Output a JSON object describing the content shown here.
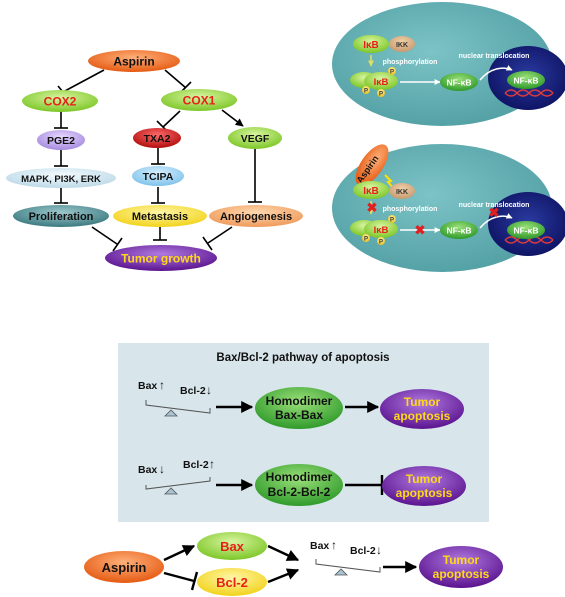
{
  "pathway": {
    "aspirin": "Aspirin",
    "cox2": "COX2",
    "cox1": "COX1",
    "pge2": "PGE2",
    "txa2": "TXA2",
    "vegf": "VEGF",
    "mapk": "MAPK, PI3K, ERK",
    "tcipa": "TCIPA",
    "proliferation": "Proliferation",
    "metastasis": "Metastasis",
    "angiogenesis": "Angiogenesis",
    "tumor_growth": "Tumor growth"
  },
  "nfkb_top": {
    "ikb": "IκB",
    "ikk": "IKK",
    "phosphorylation": "phosphorylation",
    "nuclear_translocation": "nuclear translocation",
    "nfkb": "NF-κB",
    "nfkb_nucleus": "NF-κB",
    "p": "P"
  },
  "nfkb_bottom": {
    "aspirin": "Aspirin",
    "ikb": "IκB",
    "ikk": "IKK",
    "phosphorylation": "phosphorylation",
    "nuclear_translocation": "nuclear translocation",
    "nfkb": "NF-κB",
    "nfkb_nucleus": "NF-κB",
    "p": "P"
  },
  "apoptosis_panel": {
    "title": "Bax/Bcl-2 pathway of apoptosis",
    "bax": "Bax",
    "bcl2": "Bcl-2",
    "up": "↑",
    "down": "↓",
    "homodimer": "Homodimer",
    "bax_bax": "Bax-Bax",
    "bcl2_bcl2": "Bcl-2-Bcl-2",
    "tumor": "Tumor",
    "apoptosis": "apoptosis"
  },
  "bottom": {
    "aspirin": "Aspirin",
    "bax": "Bax",
    "bcl2": "Bcl-2",
    "bax_label": "Bax",
    "bcl2_label": "Bcl-2",
    "up": "↑",
    "down": "↓",
    "tumor": "Tumor",
    "apoptosis": "apoptosis"
  },
  "colors": {
    "aspirin": "#e8611a",
    "green": "#8ed630",
    "purple": "#6a1fa6",
    "teal_bg": "#5aa9ae",
    "panel_bg": "#d8e6ec",
    "nucleus": "#1a237e",
    "red_text": "#e8201a"
  }
}
